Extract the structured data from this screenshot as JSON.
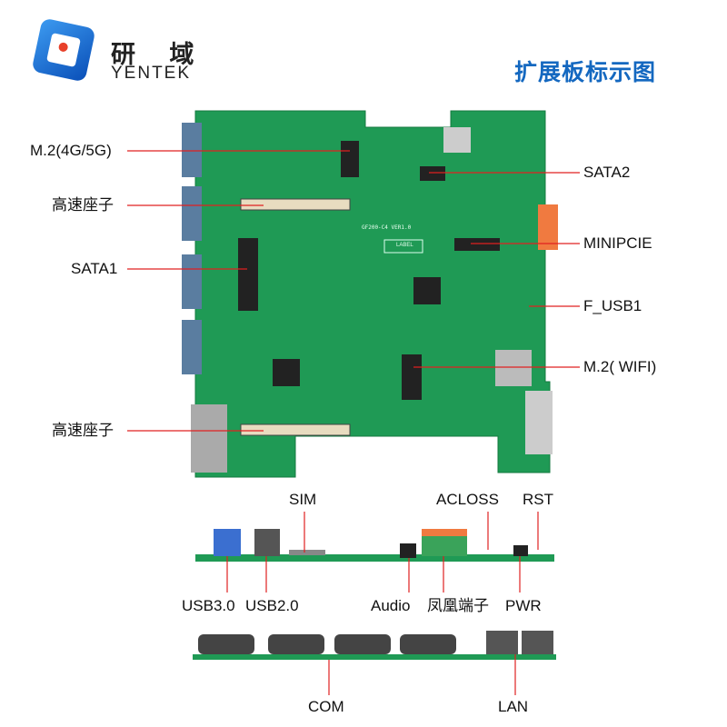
{
  "brand": {
    "name_cn": "研 域",
    "name_en": "YENTEK"
  },
  "title": "扩展板标示图",
  "board": {
    "model": "GF200-C4 VER1.0",
    "label": "LABEL"
  },
  "top_view_labels": {
    "left": [
      "M.2(4G/5G)",
      "高速座子",
      "SATA1",
      "高速座子"
    ],
    "right": [
      "SATA2",
      "MINIPCIE",
      "F_USB1",
      "M.2( WIFI)"
    ]
  },
  "side_view_labels": {
    "top": [
      "SIM",
      "ACLOSS",
      "RST"
    ],
    "bottom": [
      "USB3.0",
      "USB2.0",
      "Audio",
      "凤凰端子",
      "PWR"
    ]
  },
  "back_view_labels": [
    "COM",
    "LAN"
  ],
  "colors": {
    "pcb": "#1f9a55",
    "leader": "#e02020",
    "title": "#1468c0",
    "logo": "#1a6fd8"
  }
}
